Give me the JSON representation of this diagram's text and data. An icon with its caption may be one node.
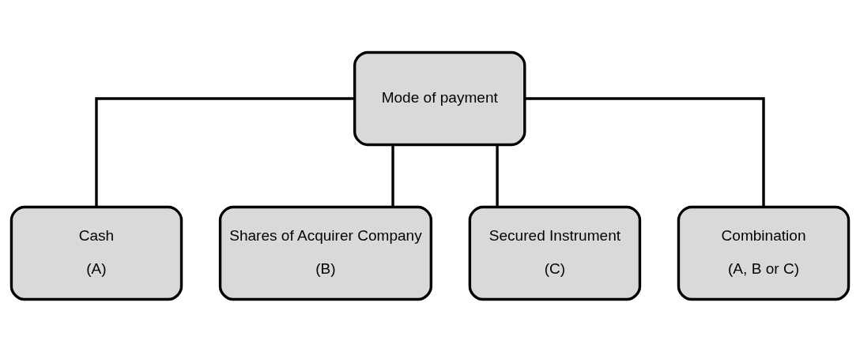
{
  "diagram": {
    "nodes": [
      {
        "text": [
          "Mode of payment"
        ]
      },
      {
        "text": [
          "Cash",
          "(A)"
        ]
      },
      {
        "text": [
          "Shares of Acquirer Company",
          "(B)"
        ]
      },
      {
        "text": [
          "Secured Instrument",
          "(C)"
        ]
      },
      {
        "text": [
          "Combination",
          "(A, B or C)"
        ]
      }
    ],
    "edges": [
      {
        "from": 0,
        "to": 1,
        "arrow": "none"
      },
      {
        "from": 0,
        "to": 2,
        "arrow": "none"
      },
      {
        "from": 0,
        "to": 3,
        "arrow": "none"
      },
      {
        "from": 0,
        "to": 4,
        "arrow": "none"
      }
    ]
  }
}
